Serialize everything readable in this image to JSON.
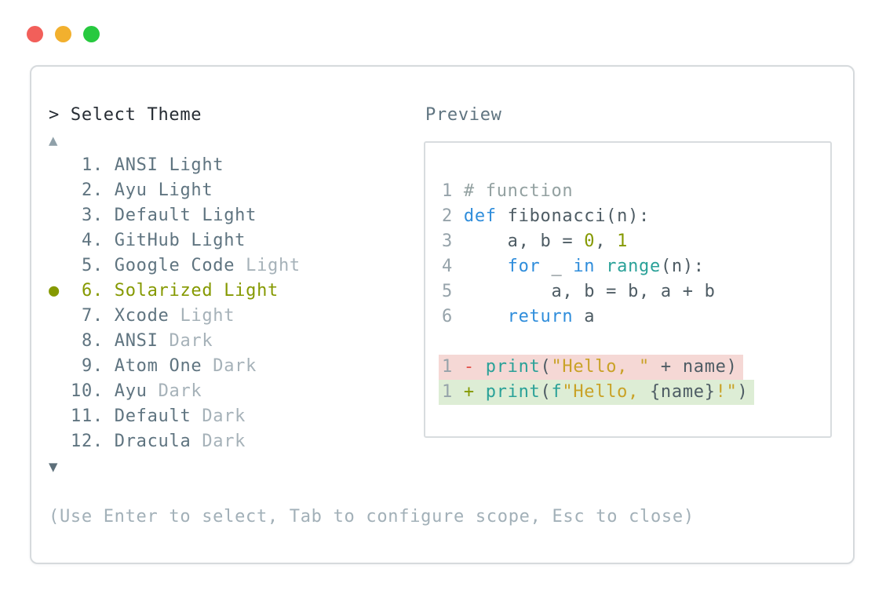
{
  "window": {
    "traffic_lights": [
      {
        "name": "close",
        "color": "#f25f5a"
      },
      {
        "name": "minimize",
        "color": "#f2b02e"
      },
      {
        "name": "zoom",
        "color": "#27c93f"
      }
    ],
    "prompt": "> Select Theme",
    "scroll_up_glyph": "▲",
    "scroll_down_glyph": "▼",
    "footer_hint": "(Use Enter to select, Tab to configure scope, Esc to close)"
  },
  "theme_list": {
    "bullet_glyph": "●",
    "items": [
      {
        "number": 1,
        "name": "ANSI",
        "variant": "Light",
        "variant_dimmed": false,
        "selected": false
      },
      {
        "number": 2,
        "name": "Ayu",
        "variant": "Light",
        "variant_dimmed": false,
        "selected": false
      },
      {
        "number": 3,
        "name": "Default",
        "variant": "Light",
        "variant_dimmed": false,
        "selected": false
      },
      {
        "number": 4,
        "name": "GitHub",
        "variant": "Light",
        "variant_dimmed": false,
        "selected": false
      },
      {
        "number": 5,
        "name": "Google Code",
        "variant": "Light",
        "variant_dimmed": true,
        "selected": false
      },
      {
        "number": 6,
        "name": "Solarized",
        "variant": "Light",
        "variant_dimmed": false,
        "selected": true
      },
      {
        "number": 7,
        "name": "Xcode",
        "variant": "Light",
        "variant_dimmed": true,
        "selected": false
      },
      {
        "number": 8,
        "name": "ANSI",
        "variant": "Dark",
        "variant_dimmed": true,
        "selected": false
      },
      {
        "number": 9,
        "name": "Atom One",
        "variant": "Dark",
        "variant_dimmed": true,
        "selected": false
      },
      {
        "number": 10,
        "name": "Ayu",
        "variant": "Dark",
        "variant_dimmed": true,
        "selected": false
      },
      {
        "number": 11,
        "name": "Default",
        "variant": "Dark",
        "variant_dimmed": true,
        "selected": false
      },
      {
        "number": 12,
        "name": "Dracula",
        "variant": "Dark",
        "variant_dimmed": true,
        "selected": false
      }
    ]
  },
  "preview": {
    "label": "Preview",
    "code_lines": [
      {
        "num": "1",
        "tokens": [
          {
            "t": "# function",
            "c": "comment"
          }
        ]
      },
      {
        "num": "2",
        "tokens": [
          {
            "t": "def",
            "c": "kw"
          },
          {
            "t": " fibonacci(n):",
            "c": "fg"
          }
        ]
      },
      {
        "num": "3",
        "tokens": [
          {
            "t": "    a, b = ",
            "c": "fg"
          },
          {
            "t": "0",
            "c": "num"
          },
          {
            "t": ", ",
            "c": "fg"
          },
          {
            "t": "1",
            "c": "num"
          }
        ]
      },
      {
        "num": "4",
        "tokens": [
          {
            "t": "    ",
            "c": "fg"
          },
          {
            "t": "for",
            "c": "kw"
          },
          {
            "t": " _ ",
            "c": "fg"
          },
          {
            "t": "in",
            "c": "kw"
          },
          {
            "t": " ",
            "c": "fg"
          },
          {
            "t": "range",
            "c": "fn"
          },
          {
            "t": "(n):",
            "c": "fg"
          }
        ]
      },
      {
        "num": "5",
        "tokens": [
          {
            "t": "        a, b = b, a + b",
            "c": "fg"
          }
        ]
      },
      {
        "num": "6",
        "tokens": [
          {
            "t": "    ",
            "c": "fg"
          },
          {
            "t": "return",
            "c": "kw"
          },
          {
            "t": " a",
            "c": "fg"
          }
        ]
      }
    ],
    "diff_lines": [
      {
        "num": "1",
        "sign": "-",
        "kind": "removed",
        "tokens": [
          {
            "t": "print",
            "c": "fn"
          },
          {
            "t": "(",
            "c": "fg"
          },
          {
            "t": "\"Hello, \"",
            "c": "str"
          },
          {
            "t": " + name)",
            "c": "fg"
          }
        ]
      },
      {
        "num": "1",
        "sign": "+",
        "kind": "added",
        "tokens": [
          {
            "t": "print",
            "c": "fn"
          },
          {
            "t": "(",
            "c": "fg"
          },
          {
            "t": "f",
            "c": "fn"
          },
          {
            "t": "\"Hello, ",
            "c": "str"
          },
          {
            "t": "{name}",
            "c": "fg"
          },
          {
            "t": "!\"",
            "c": "str"
          },
          {
            "t": ")",
            "c": "fg"
          }
        ]
      }
    ]
  },
  "colors": {
    "selected_accent": "#859900",
    "item_text": "#5f7480",
    "item_dim_text": "#a6b2b9",
    "prompt_text": "#262c33",
    "footer_text": "#a2b0b8",
    "keyword": "#2f8ddb",
    "builtin": "#2aa198",
    "string": "#c9a227",
    "number_literal": "#859900",
    "comment": "#93a1a1",
    "code_text": "#4e5c64",
    "line_number": "#96a3aa",
    "removed_bg": "#f5d8d5",
    "added_bg": "#ddedd5",
    "removed_sign": "#e25049",
    "added_sign": "#859900",
    "window_border": "#d6dadd"
  }
}
